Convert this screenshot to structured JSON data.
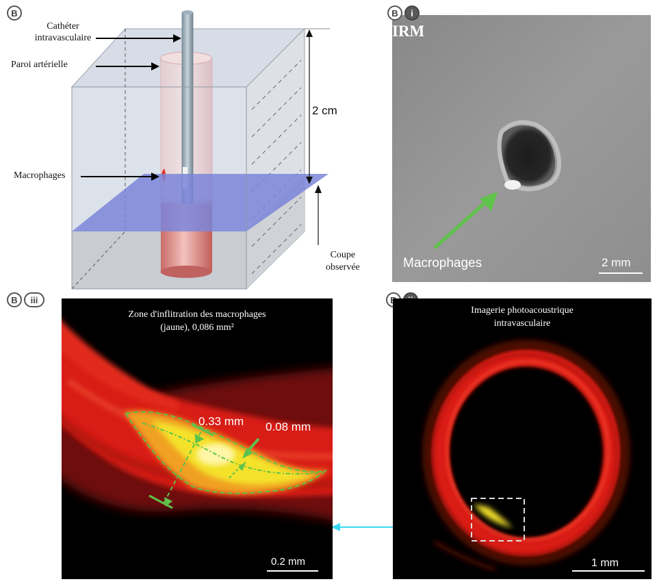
{
  "panel_tags": {
    "top_left": [
      "B"
    ],
    "top_right": [
      "B",
      "i"
    ],
    "bottom_left": [
      "B",
      "iii"
    ],
    "bottom_right": [
      "B",
      "ii"
    ]
  },
  "schematic": {
    "catheter_label": "Cathéter\nintravasculaire",
    "wall_label": "Paroi artérielle",
    "macrophages_label": "Macrophages",
    "height_label": "2 cm",
    "section_label": "Coupe\nobservée"
  },
  "mri": {
    "title": "IRM",
    "macrophages_label": "Macrophages",
    "scale_label": "2 mm"
  },
  "zoom": {
    "caption": "Zone d'inflitration des macrophages\n(jaune), 0,086 mm²",
    "dim1_label": "0.33 mm",
    "dim2_label": "0.08 mm",
    "scale_label": "0.2 mm"
  },
  "photoacoustic": {
    "caption": "Imagerie photoacoustrique\nintravasculaire",
    "scale_label": "1 mm"
  },
  "colors": {
    "arrow_green": "#5fc24a",
    "connector_cyan": "#39d7f0",
    "signal_red": "#e0201a",
    "signal_yellow": "#f4e22a"
  }
}
